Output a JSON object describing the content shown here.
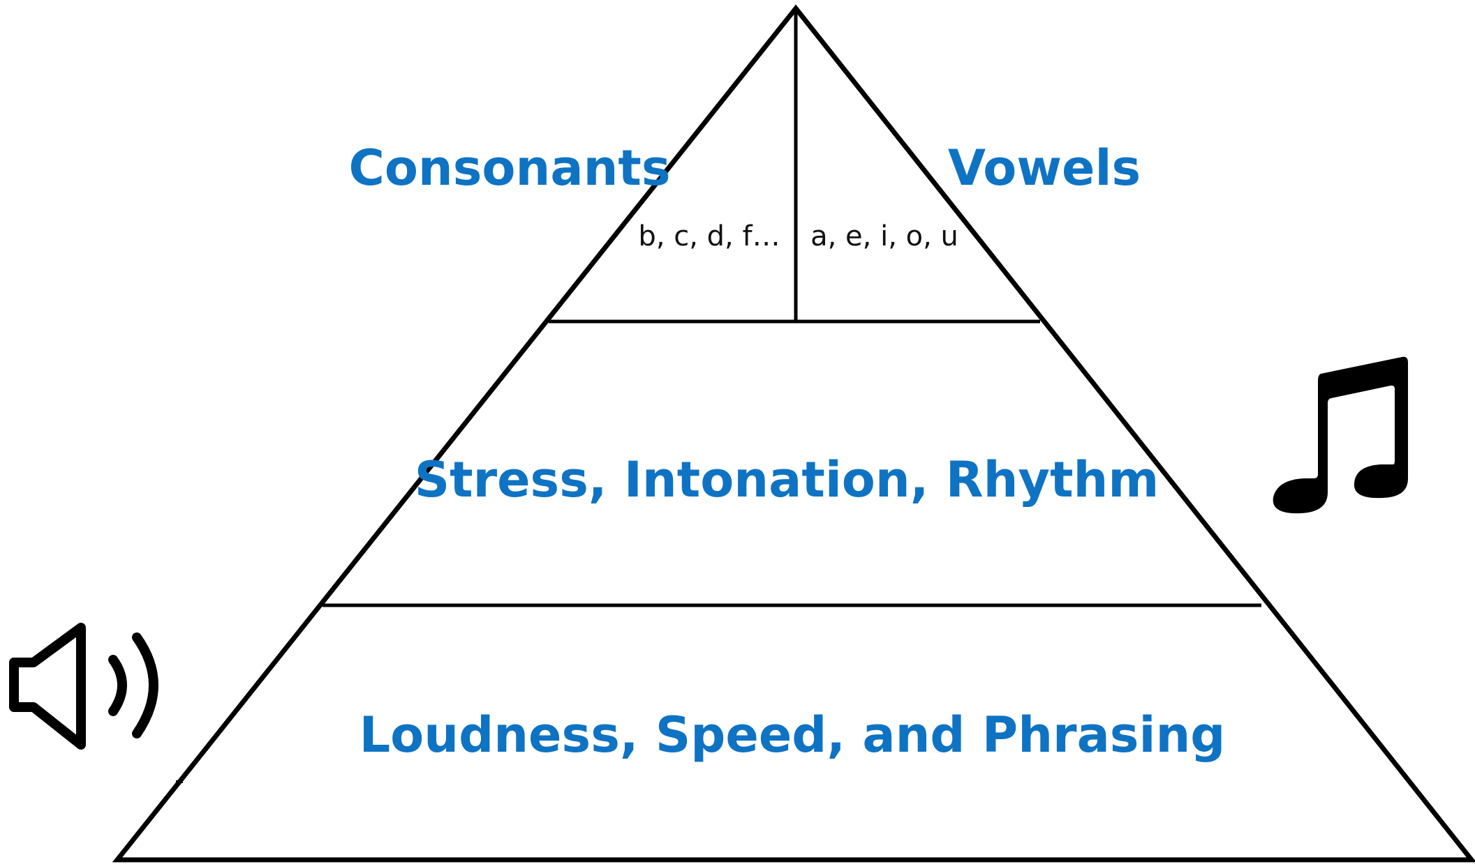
{
  "diagram": {
    "top_left": {
      "title": "Consonants",
      "examples": "b, c, d, f…"
    },
    "top_right": {
      "title": "Vowels",
      "examples": "a, e, i, o, u"
    },
    "middle": {
      "title": "Stress, Intonation, Rhythm"
    },
    "bottom": {
      "title": "Loudness, Speed, and Phrasing"
    },
    "icons": {
      "music": "music-note-icon",
      "volume": "speaker-icon"
    },
    "colors": {
      "label": "#0f73c4",
      "line": "#000000",
      "text": "#111111"
    }
  }
}
